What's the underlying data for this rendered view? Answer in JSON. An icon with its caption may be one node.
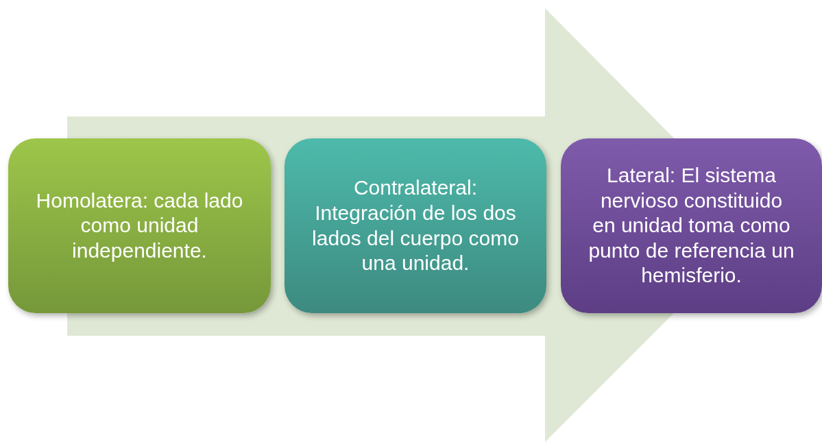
{
  "diagram": {
    "nodes": [
      {
        "text": [
          "Homolatera: cada lado como unidad independiente."
        ]
      },
      {
        "text": [
          "Contralateral: Integración de los dos lados del cuerpo como una unidad."
        ]
      },
      {
        "text": [
          "Lateral: El sistema nervioso constituido en unidad toma como punto de referencia un hemisferio."
        ]
      }
    ],
    "edges": [
      {
        "from": 0,
        "to": 2,
        "arrow": "to"
      }
    ]
  }
}
